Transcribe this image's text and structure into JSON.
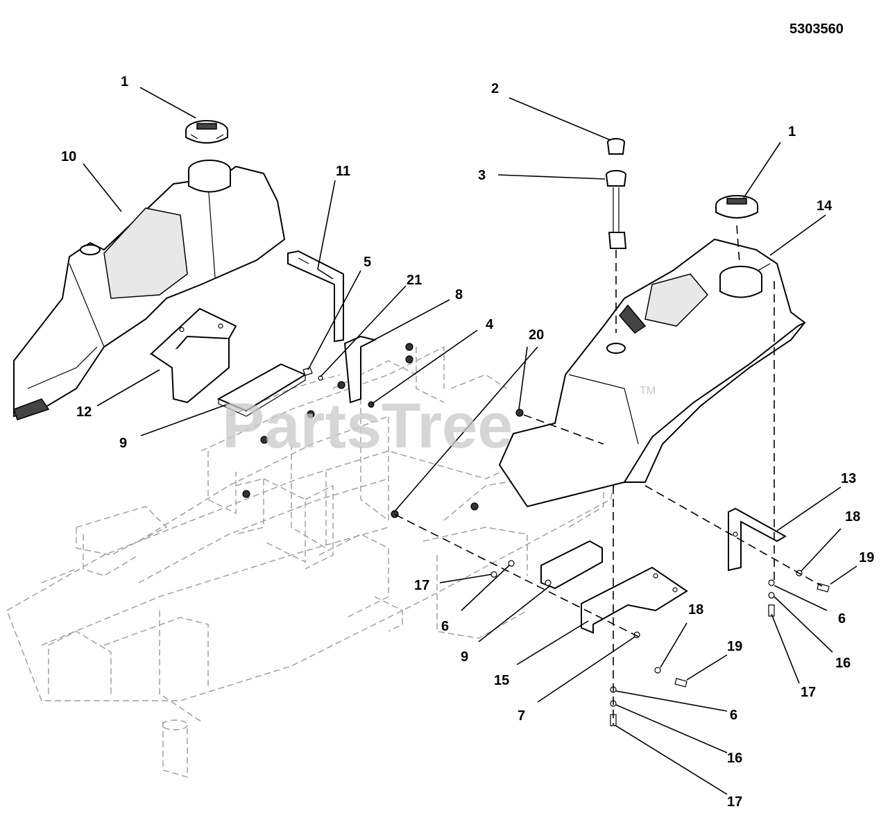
{
  "document_id": "5303560",
  "watermark": "PartsTree",
  "trademark": "TM",
  "callouts": [
    "1",
    "10",
    "11",
    "5",
    "21",
    "8",
    "4",
    "12",
    "9",
    "2",
    "3",
    "1",
    "14",
    "20",
    "13",
    "18",
    "19",
    "17",
    "6",
    "9",
    "15",
    "7",
    "18",
    "19",
    "6",
    "16",
    "17",
    "6",
    "16",
    "17"
  ]
}
